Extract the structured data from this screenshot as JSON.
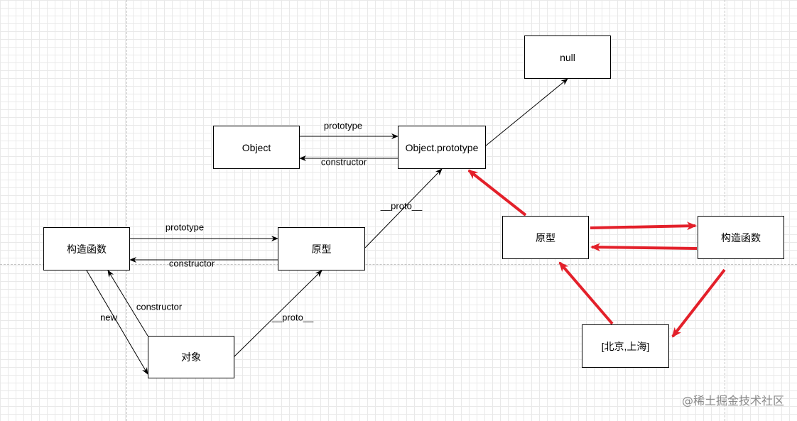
{
  "nodes": {
    "null": "null",
    "object": "Object",
    "object_prototype": "Object.prototype",
    "ctor_left": "构造函数",
    "proto_left": "原型",
    "instance_left": "对象",
    "proto_right": "原型",
    "ctor_right": "构造函数",
    "array_right": "[北京,上海]"
  },
  "labels": {
    "object_prototype": "prototype",
    "object_constructor": "constructor",
    "proto_to_objproto": "__proto__",
    "ctor_prototype": "prototype",
    "ctor_constructor": "constructor",
    "new": "new",
    "instance_constructor": "constructor",
    "instance_proto": "__proto__"
  },
  "colors": {
    "black_arrow": "#000000",
    "red_arrow": "#e3202a"
  },
  "watermark": "@稀土掘金技术社区"
}
